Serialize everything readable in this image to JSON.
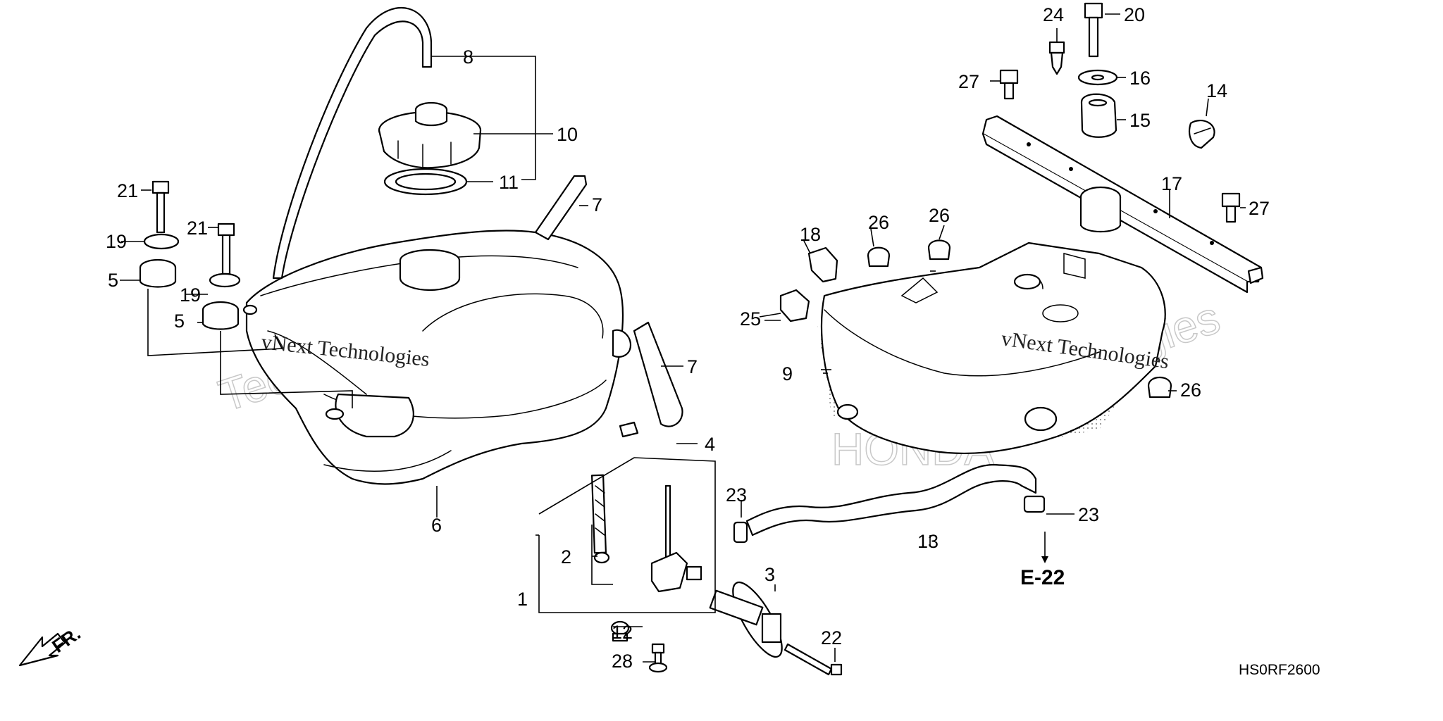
{
  "callouts": {
    "c1": "1",
    "c2": "2",
    "c3": "3",
    "c4": "4",
    "c5a": "5",
    "c5b": "5",
    "c6": "6",
    "c7a": "7",
    "c7b": "7",
    "c8": "8",
    "c9": "9",
    "c10": "10",
    "c11": "11",
    "c12": "12",
    "c13": "13",
    "c14": "14",
    "c15": "15",
    "c16": "16",
    "c17": "17",
    "c18": "18",
    "c19a": "19",
    "c19b": "19",
    "c20": "20",
    "c21a": "21",
    "c21b": "21",
    "c22": "22",
    "c23a": "23",
    "c23b": "23",
    "c24": "24",
    "c25": "25",
    "c26a": "26",
    "c26b": "26",
    "c26c": "26",
    "c27a": "27",
    "c27b": "27",
    "c28": "28"
  },
  "reference_label": "E-22",
  "direction_label": "FR.",
  "diagram_code": "HS0RF2600",
  "watermark": {
    "brand_small": "vNext Technologies",
    "brand_large_top": "vNext",
    "brand_large_bottom": "Technologies",
    "maker": "HONDA"
  }
}
